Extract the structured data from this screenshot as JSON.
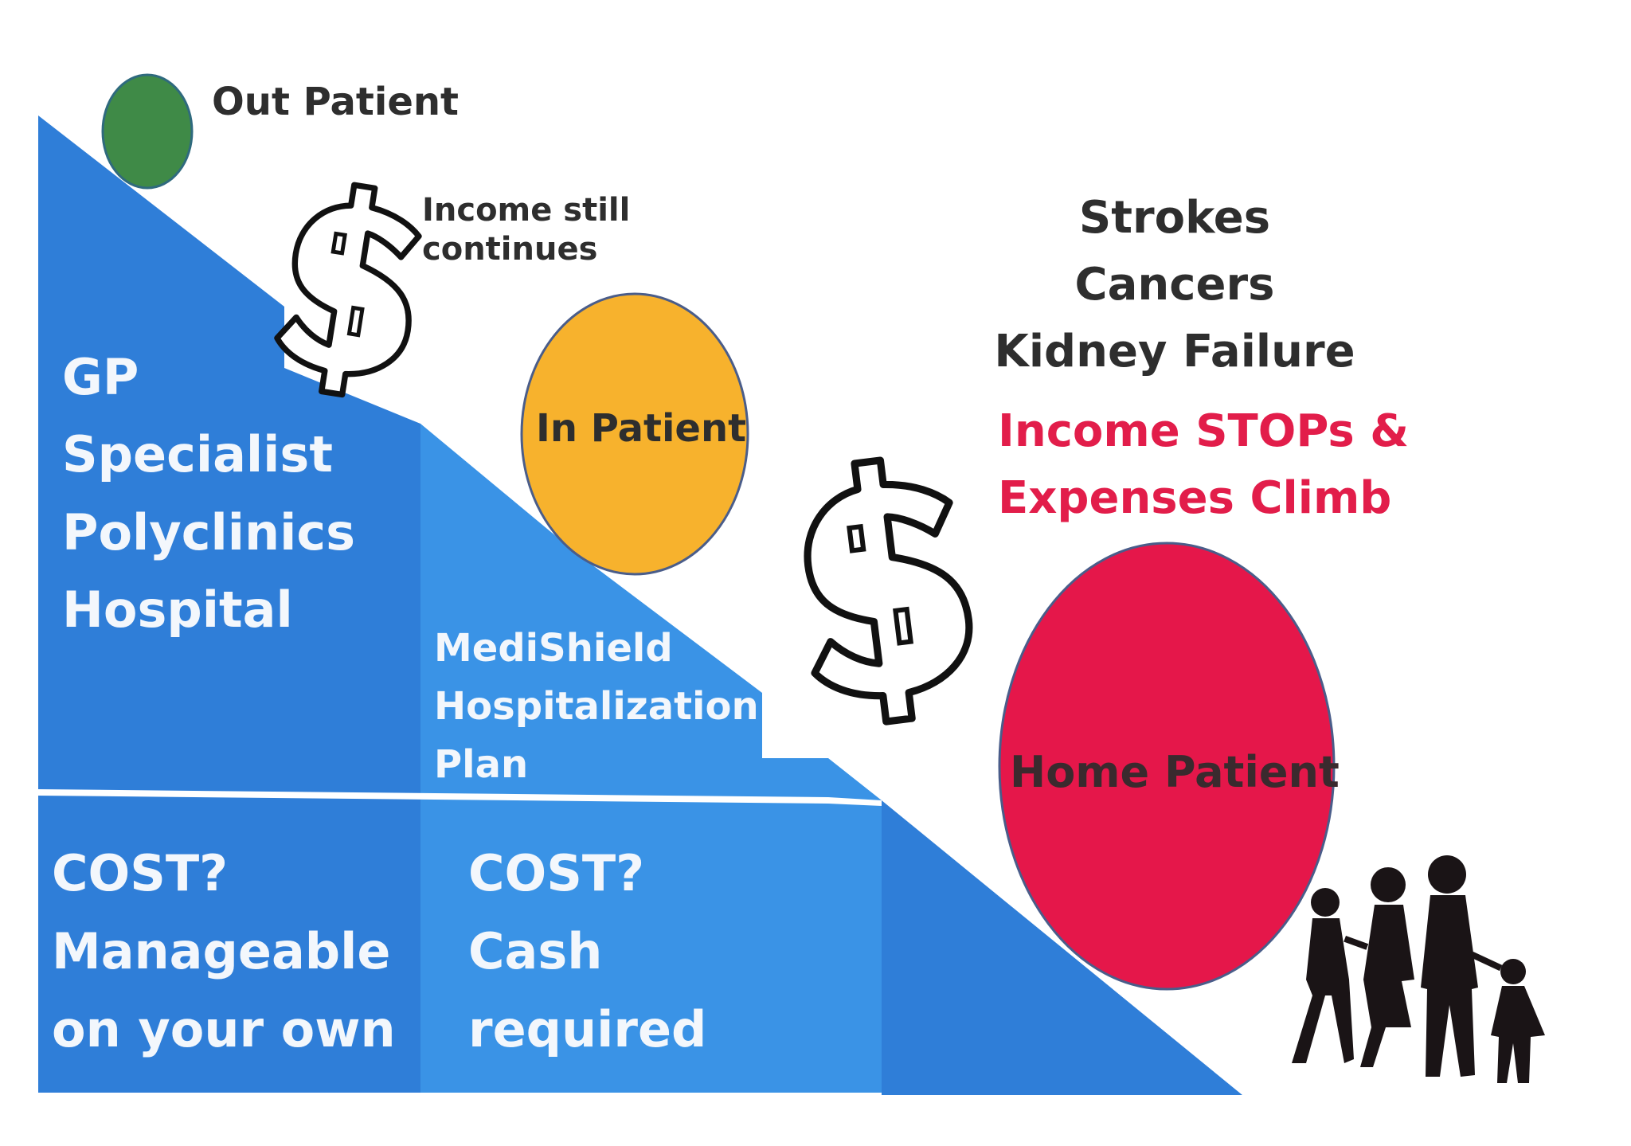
{
  "labels": {
    "out_patient": "Out Patient",
    "income_still": "Income still",
    "continues": "continues",
    "in_patient": "In Patient",
    "home_patient": "Home Patient"
  },
  "conditions": [
    "Strokes",
    "Cancers",
    "Kidney Failure"
  ],
  "warning": [
    "Income STOPs &",
    "Expenses Climb"
  ],
  "outpatient_services": [
    "GP",
    "Specialist",
    "Polyclinics",
    "Hospital"
  ],
  "medishield": [
    "MediShield",
    "Hospitalization",
    "Plan"
  ],
  "cost_left": [
    "COST?",
    "Manageable",
    "on your own"
  ],
  "cost_mid": [
    "COST?",
    "Cash",
    "required"
  ],
  "colors": {
    "blue_dark": "#2f7ed8",
    "blue_light": "#3a93e6",
    "green": "#3f8a47",
    "orange": "#f7b22d",
    "red": "#e5174a",
    "text_dark": "#2e2e2e",
    "text_red": "#e21d4a",
    "silhouette": "#1a1416"
  },
  "icons": [
    "dollar-sign-icon",
    "family-silhouette-icon"
  ]
}
